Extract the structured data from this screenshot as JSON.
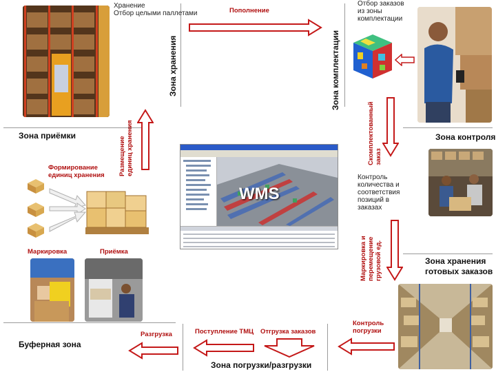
{
  "labels": {
    "storage_top": "Хранение\nОтбор целыми паллетами",
    "replenish": "Пополнение",
    "storage_zone_v": "Зона хранения",
    "picking_zone_v": "Зона комплектации",
    "order_pick": "Отбор заказов\nиз зоны\nкомплектации",
    "placement_v": "Размещение\nединиц хранения",
    "receiving_zone": "Зона приёмки",
    "assembled_order_v": "Скомплектованный\nзаказ",
    "control_zone": "Зона контроля",
    "unit_formation": "Формирование\nединиц хранения",
    "wms": "WMS",
    "qty_control": "Контроль\nколичества и\nсоответствия\nпозиций в\nзаказах",
    "marking_v": "Маркировка и\nперемещение\nгрузовой ед.",
    "marking": "Маркировка",
    "acceptance": "Приёмка",
    "finished_orders_zone": "Зона хранения\nготовых заказов",
    "loading_control": "Контроль\nпогрузки",
    "unloading": "Разгрузка",
    "goods_receipt": "Поступление ТМЦ",
    "order_shipment": "Отгрузка заказов",
    "buffer_zone": "Буферная зона",
    "loading_zone": "Зона погрузки/разгрузки"
  },
  "colors": {
    "arrow_red": "#c41818",
    "text_red": "#b01010",
    "divider": "#9a9a9a"
  },
  "icons": [
    "box-icon",
    "pallet-icon",
    "cube-icon",
    "arrow-right-icon",
    "arrow-left-icon",
    "arrow-up-icon",
    "arrow-down-icon"
  ]
}
